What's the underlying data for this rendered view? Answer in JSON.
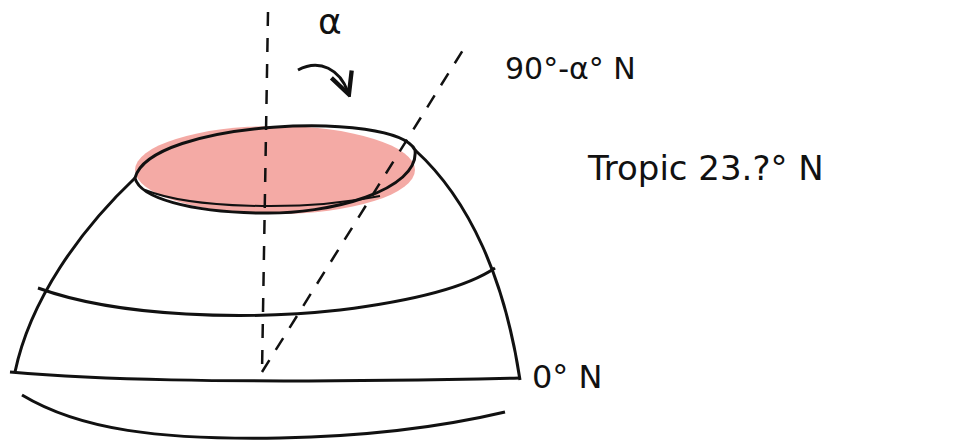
{
  "diagram": {
    "labels": [
      "α",
      "90°-α° N",
      "Tropic 23.?° N",
      "0° N"
    ]
  }
}
